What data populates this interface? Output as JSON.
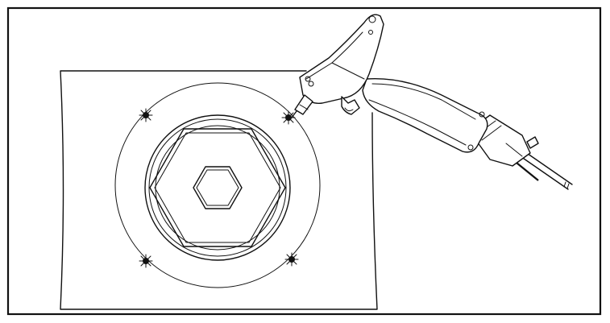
{
  "figure": {
    "colors": {
      "line": "#111111",
      "background": "#ffffff"
    },
    "parts": [
      "outer-frame",
      "mounting-plate",
      "flange-circle",
      "hex-nut",
      "center-bolt",
      "spot-weld-marks",
      "welding-gun"
    ],
    "spot_weld_count": 4
  }
}
